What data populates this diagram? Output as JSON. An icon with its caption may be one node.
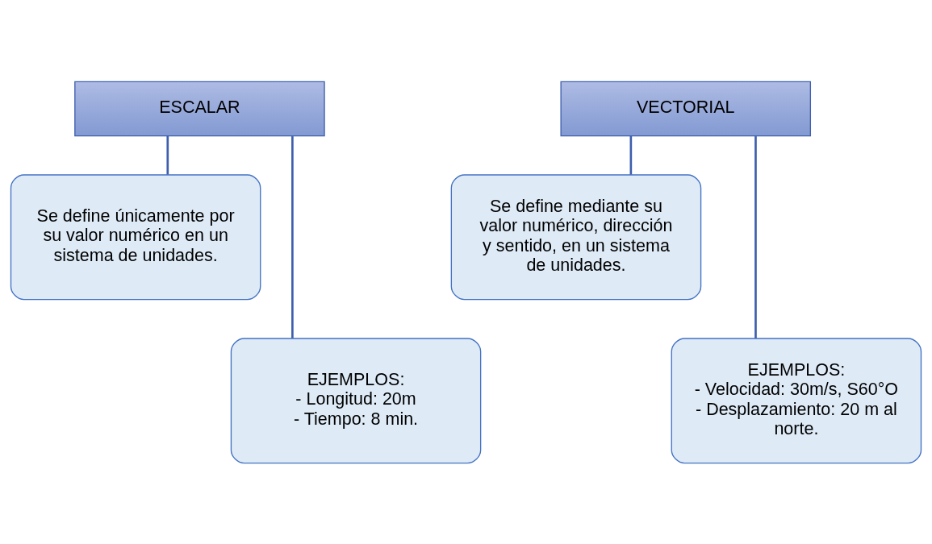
{
  "diagram": {
    "nodes": [
      {
        "text": [
          "ESCALAR"
        ]
      },
      {
        "text": [
          "Se define únicamente por su valor numérico en un sistema de unidades."
        ]
      },
      {
        "text": [
          "EJEMPLOS:",
          "- Longitud: 20m",
          "- Tiempo: 8 min."
        ]
      },
      {
        "text": [
          "VECTORIAL"
        ]
      },
      {
        "text": [
          "Se define mediante su valor numérico, dirección y sentido, en un sistema de unidades."
        ]
      },
      {
        "text": [
          "EJEMPLOS:",
          "- Velocidad: 30m/s, S60°O",
          "- Desplazamiento: 20 m al norte."
        ]
      }
    ],
    "edges": [
      {
        "from": 0,
        "to": 1,
        "arrow": "none"
      },
      {
        "from": 0,
        "to": 2,
        "arrow": "none"
      },
      {
        "from": 3,
        "to": 4,
        "arrow": "none"
      },
      {
        "from": 3,
        "to": 5,
        "arrow": "none"
      }
    ]
  }
}
